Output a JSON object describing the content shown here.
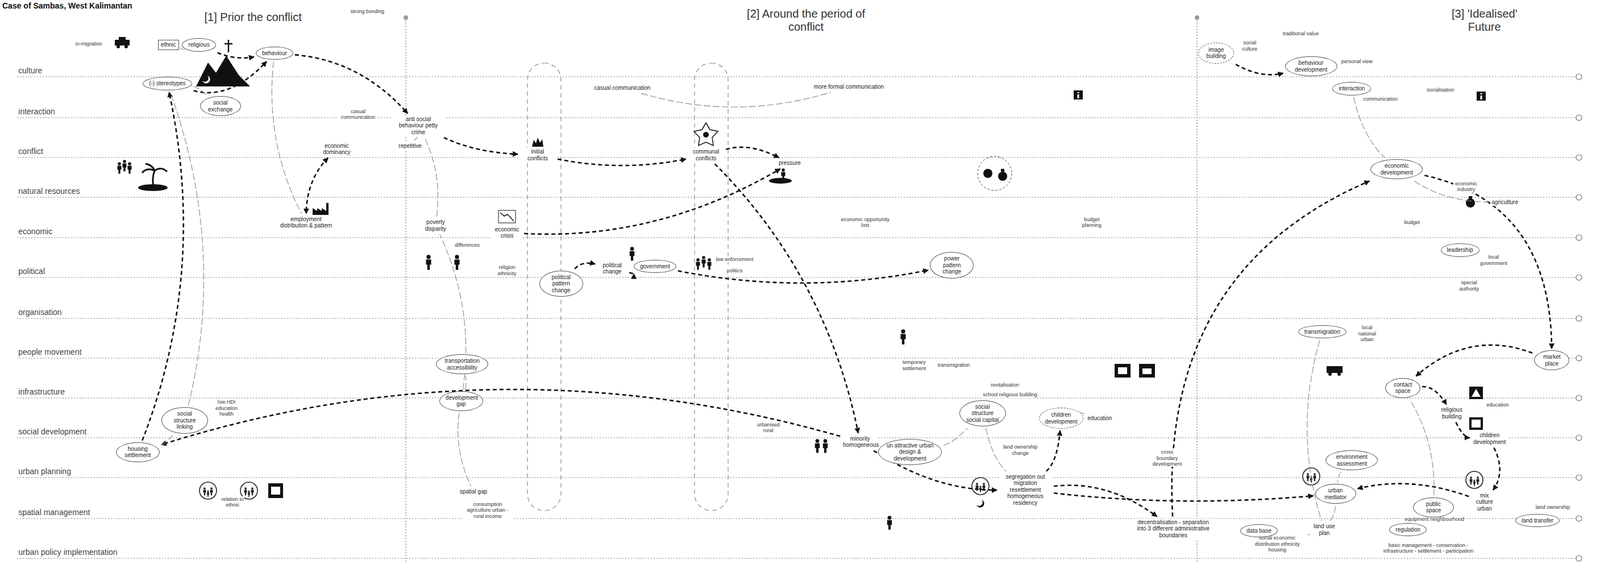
{
  "diagram": {
    "title": "Case of Sambas, West Kalimantan",
    "nodes": [
      {
        "text": [
          "ethnic"
        ]
      },
      {
        "text": [
          "religious"
        ]
      },
      {
        "text": [
          "behaviour"
        ]
      },
      {
        "text": [
          "(-) stereotypes"
        ]
      },
      {
        "text": [
          "social exchange"
        ]
      },
      {
        "text": [
          "anti social behaviour petty crime"
        ]
      },
      {
        "text": [
          "repetitive"
        ]
      },
      {
        "text": [
          "economic dominancy"
        ]
      },
      {
        "text": [
          "employment distribution & pattern"
        ]
      },
      {
        "text": [
          "poverty disparity"
        ]
      },
      {
        "text": [
          "economic crisis"
        ]
      },
      {
        "text": [
          "political pattern change"
        ]
      },
      {
        "text": [
          "development gap"
        ]
      },
      {
        "text": [
          "housing settlement"
        ]
      },
      {
        "text": [
          "social structure linking"
        ]
      },
      {
        "text": [
          "transportation accessibility"
        ]
      },
      {
        "text": [
          "spatial gap"
        ]
      },
      {
        "text": [
          "initial conflicts"
        ]
      },
      {
        "text": [
          "communal conflicts"
        ]
      },
      {
        "text": [
          "pressure"
        ]
      },
      {
        "text": [
          "political change"
        ]
      },
      {
        "text": [
          "government"
        ]
      },
      {
        "text": [
          "power pattern change"
        ]
      },
      {
        "text": [
          "minority homogeneous"
        ]
      },
      {
        "text": [
          "un attractive urban design & development"
        ]
      },
      {
        "text": [
          "social structure social capital"
        ]
      },
      {
        "text": [
          "segregation out migration resettlement homogeneous residency"
        ]
      },
      {
        "text": [
          "children development"
        ]
      },
      {
        "text": [
          "education"
        ]
      },
      {
        "text": [
          "decentralisation - separation into 3 different administrative boundaries"
        ]
      },
      {
        "text": [
          "more formal communication"
        ]
      },
      {
        "text": [
          "casual communication"
        ]
      },
      {
        "text": [
          "image building"
        ]
      },
      {
        "text": [
          "behaviour development"
        ]
      },
      {
        "text": [
          "economic development"
        ]
      },
      {
        "text": [
          "agriculture"
        ]
      },
      {
        "text": [
          "market place"
        ]
      },
      {
        "text": [
          "contact space"
        ]
      },
      {
        "text": [
          "religious building"
        ]
      },
      {
        "text": [
          "children development"
        ]
      },
      {
        "text": [
          "urban mediator"
        ]
      },
      {
        "text": [
          "public space"
        ]
      },
      {
        "text": [
          "mix culture urban"
        ]
      },
      {
        "text": [
          "land use plan"
        ]
      },
      {
        "text": [
          "regulation"
        ]
      },
      {
        "text": [
          "data base"
        ]
      },
      {
        "text": [
          "land transfer"
        ]
      },
      {
        "text": [
          "environment assessment"
        ]
      },
      {
        "text": [
          "transmigration"
        ]
      },
      {
        "text": [
          "interaction"
        ]
      },
      {
        "text": [
          "leadership"
        ]
      }
    ],
    "edges": [
      {
        "from": 13,
        "to": 3,
        "arrow": "to"
      },
      {
        "from": 3,
        "to": 2,
        "arrow": "to"
      },
      {
        "from": 2,
        "to": 5,
        "arrow": "to"
      },
      {
        "from": 5,
        "to": 17,
        "arrow": "to"
      },
      {
        "from": 17,
        "to": 18,
        "arrow": "to"
      },
      {
        "from": 18,
        "to": 19,
        "arrow": "to"
      },
      {
        "from": 7,
        "to": 8,
        "arrow": "both"
      },
      {
        "from": 10,
        "to": 19,
        "arrow": "to"
      },
      {
        "from": 11,
        "to": 20,
        "arrow": "to"
      },
      {
        "from": 21,
        "to": 22,
        "arrow": "to"
      },
      {
        "from": 18,
        "to": 23,
        "arrow": "to"
      },
      {
        "from": 23,
        "to": 13,
        "arrow": "to"
      },
      {
        "from": 23,
        "to": 26,
        "arrow": "to"
      },
      {
        "from": 26,
        "to": 29,
        "arrow": "to"
      },
      {
        "from": 26,
        "to": 27,
        "arrow": "to"
      },
      {
        "from": 26,
        "to": 40,
        "arrow": "to"
      },
      {
        "from": 29,
        "to": 34,
        "arrow": "to"
      },
      {
        "from": 34,
        "to": 36,
        "arrow": "to"
      },
      {
        "from": 36,
        "to": 37,
        "arrow": "to"
      },
      {
        "from": 37,
        "to": 38,
        "arrow": "to"
      },
      {
        "from": 38,
        "to": 39,
        "arrow": "to"
      },
      {
        "from": 39,
        "to": 42,
        "arrow": "to"
      },
      {
        "from": 42,
        "to": 40,
        "arrow": "to"
      },
      {
        "from": 32,
        "to": 33,
        "arrow": "to"
      },
      {
        "from": 31,
        "to": 30,
        "arrow": "none"
      },
      {
        "from": 12,
        "to": 15,
        "arrow": "none"
      },
      {
        "from": 12,
        "to": 16,
        "arrow": "none"
      },
      {
        "from": 12,
        "to": 9,
        "arrow": "none"
      },
      {
        "from": 24,
        "to": 25,
        "arrow": "none"
      },
      {
        "from": 25,
        "to": 26,
        "arrow": "none"
      },
      {
        "from": 28,
        "to": 27,
        "arrow": "none"
      },
      {
        "from": 43,
        "to": 40,
        "arrow": "none"
      },
      {
        "from": 45,
        "to": 43,
        "arrow": "none"
      },
      {
        "from": 44,
        "to": 41,
        "arrow": "none"
      },
      {
        "from": 41,
        "to": 37,
        "arrow": "none"
      },
      {
        "from": 47,
        "to": 40,
        "arrow": "none"
      },
      {
        "from": 34,
        "to": 35,
        "arrow": "none"
      },
      {
        "from": 49,
        "to": 34,
        "arrow": "none"
      },
      {
        "from": 14,
        "to": 3,
        "arrow": "none"
      },
      {
        "from": 6,
        "to": 5,
        "arrow": "none"
      },
      {
        "from": 9,
        "to": 5,
        "arrow": "none"
      },
      {
        "from": 20,
        "to": 21,
        "arrow": "to"
      },
      {
        "from": 48,
        "to": 43,
        "arrow": "none"
      },
      {
        "from": 2,
        "to": 8,
        "arrow": "none"
      },
      {
        "from": 4,
        "to": 3,
        "arrow": "none"
      },
      {
        "from": 1,
        "to": 2,
        "arrow": "to"
      },
      {
        "from": 0,
        "to": 1,
        "arrow": "none"
      },
      {
        "from": 13,
        "to": 14,
        "arrow": "none"
      }
    ],
    "labels": [
      "[1] Prior the conflict",
      "[2] Around the period of conflict",
      "[3] 'Idealised' Future",
      "culture",
      "interaction",
      "conflict",
      "natural resources",
      "economic",
      "political",
      "organisation",
      "people movement",
      "infrastructure",
      "social development",
      "urban planning",
      "spatial management",
      "urban policy implementation",
      "in-migration",
      "strong bonding",
      "casual communication",
      "differences",
      "religion ethnicity",
      "low HDI education health",
      "relation to ethnic",
      "consumption agriculture urban - rural income",
      "law enforcement",
      "politics",
      "economic opportunity lost",
      "budget planning",
      "temporary settlement",
      "transmigration",
      "revitalisation",
      "school religious building",
      "urbanised rural",
      "land ownership change",
      "cross boundary development",
      "social culture",
      "traditional value",
      "personal view",
      "communication",
      "socialisation",
      "economic industry",
      "budget",
      "local government",
      "special authority",
      "local national urban",
      "education",
      "equipment neighbourhood",
      "basic management - conservation - infrastructure - settlement - participation",
      "social economic distribution ethnicity housing",
      "land ownership"
    ]
  }
}
